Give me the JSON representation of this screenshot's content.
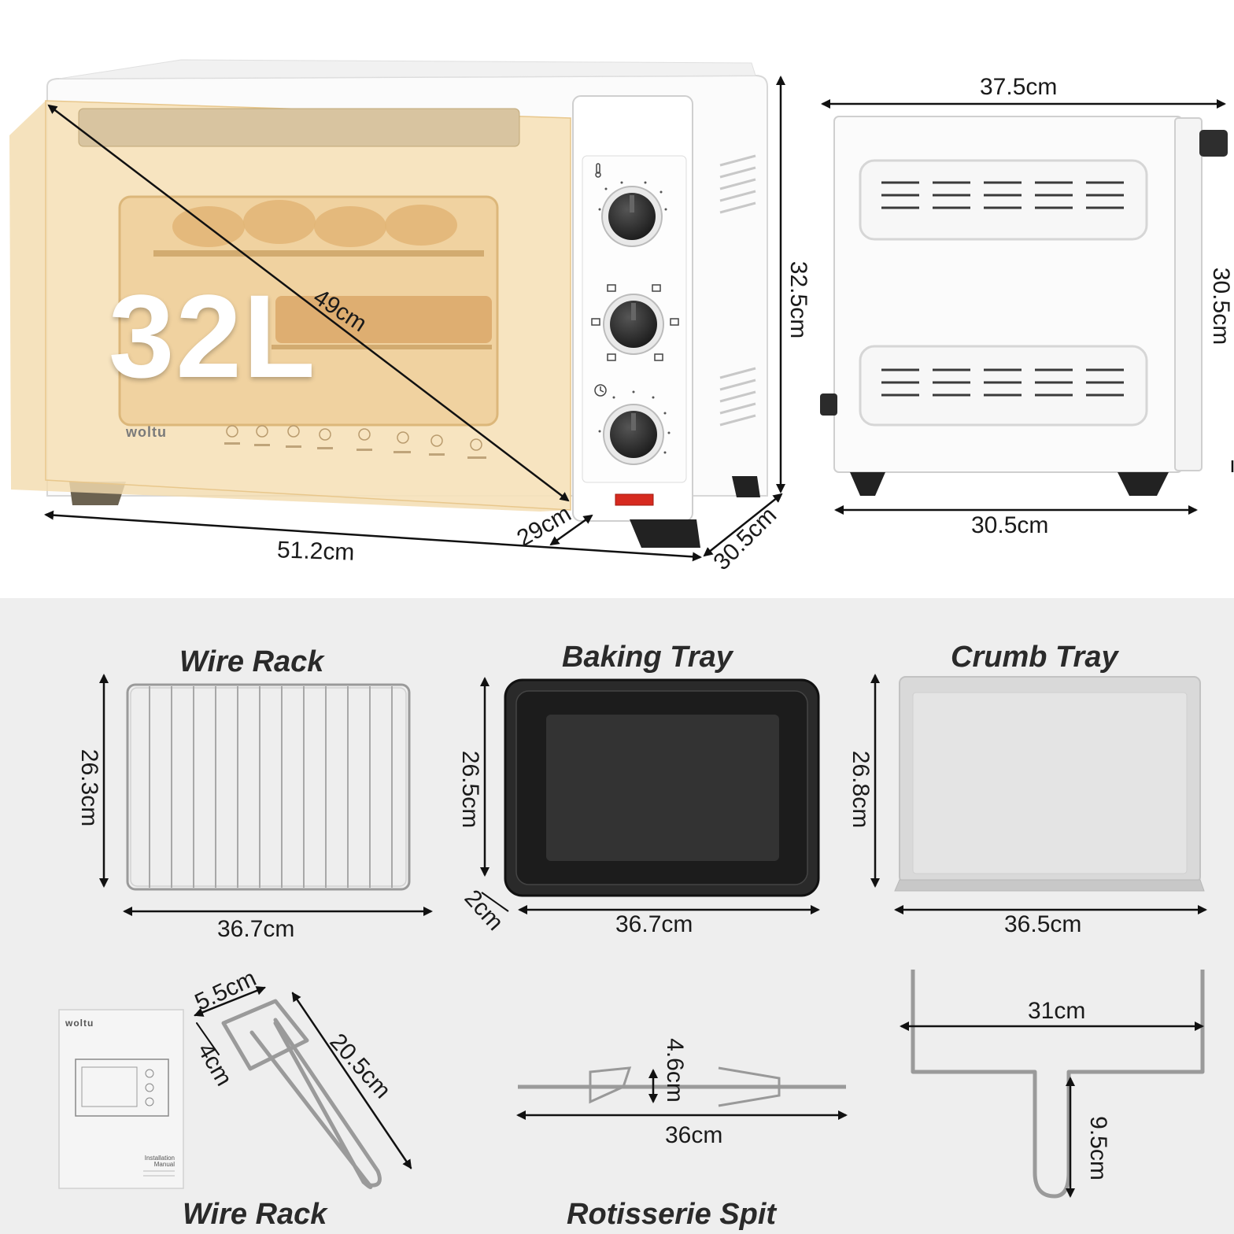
{
  "capacity": "32L",
  "brand": "woltu",
  "manual_caption": "Installation Manual",
  "oven_dimensions": {
    "diagonal": "49cm",
    "width": "51.2cm",
    "depth_inner": "29cm",
    "depth": "30.5cm",
    "height": "32.5cm"
  },
  "side_view": {
    "top_width": "37.5cm",
    "height": "30.5cm",
    "bottom_width": "30.5cm"
  },
  "accessories": {
    "wire_rack": {
      "title": "Wire Rack",
      "height": "26.3cm",
      "width": "36.7cm"
    },
    "baking_tray": {
      "title": "Baking Tray",
      "height": "26.5cm",
      "width": "36.7cm",
      "depth": "2cm"
    },
    "crumb_tray": {
      "title": "Crumb Tray",
      "height": "26.8cm",
      "width": "36.5cm"
    },
    "rack_handle": {
      "title": "Wire Rack",
      "width": "5.5cm",
      "depth": "4cm",
      "length": "20.5cm"
    },
    "rotisserie_spit": {
      "title": "Rotisserie Spit",
      "height": "4.6cm",
      "length": "36cm"
    },
    "spit_holder": {
      "width": "31cm",
      "depth": "9.5cm"
    }
  },
  "colors": {
    "oven_overlay": "#f3dcae",
    "oven_body": "#ffffff",
    "knob": "#2b2b2b",
    "tray_dark": "#1e1e1e",
    "panel_bg": "#eeeeee",
    "indicator": "#d62a1f"
  },
  "icons": [
    "thermometer-icon",
    "clock-icon",
    "mode-icon"
  ]
}
